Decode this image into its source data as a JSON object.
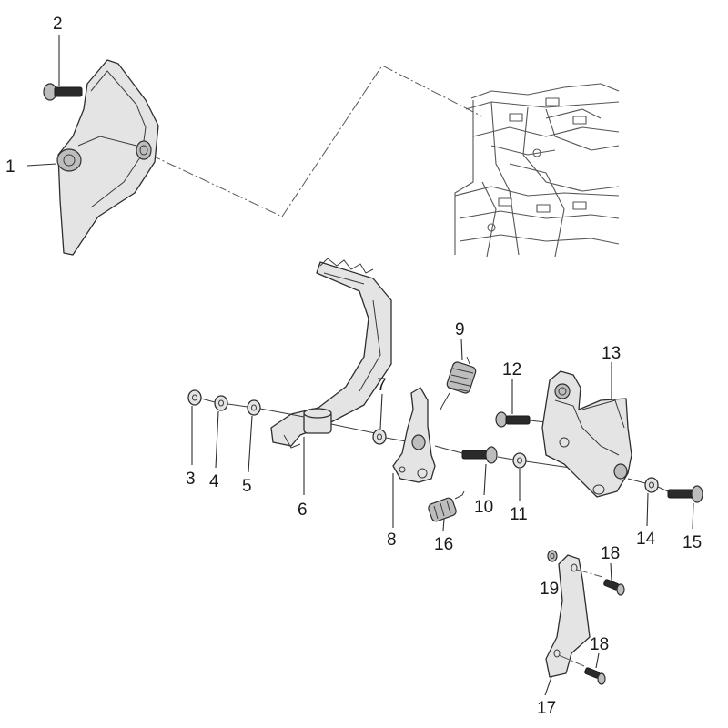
{
  "callouts": [
    {
      "id": "c1",
      "label": "1"
    },
    {
      "id": "c2",
      "label": "2"
    },
    {
      "id": "c3",
      "label": "3"
    },
    {
      "id": "c4",
      "label": "4"
    },
    {
      "id": "c5",
      "label": "5"
    },
    {
      "id": "c6",
      "label": "6"
    },
    {
      "id": "c7",
      "label": "7"
    },
    {
      "id": "c8",
      "label": "8"
    },
    {
      "id": "c9",
      "label": "9"
    },
    {
      "id": "c10",
      "label": "10"
    },
    {
      "id": "c11",
      "label": "11"
    },
    {
      "id": "c12",
      "label": "12"
    },
    {
      "id": "c13",
      "label": "13"
    },
    {
      "id": "c14",
      "label": "14"
    },
    {
      "id": "c15",
      "label": "15"
    },
    {
      "id": "c16",
      "label": "16"
    },
    {
      "id": "c17",
      "label": "17"
    },
    {
      "id": "c18a",
      "label": "18"
    },
    {
      "id": "c18b",
      "label": "18"
    },
    {
      "id": "c19",
      "label": "19"
    }
  ]
}
